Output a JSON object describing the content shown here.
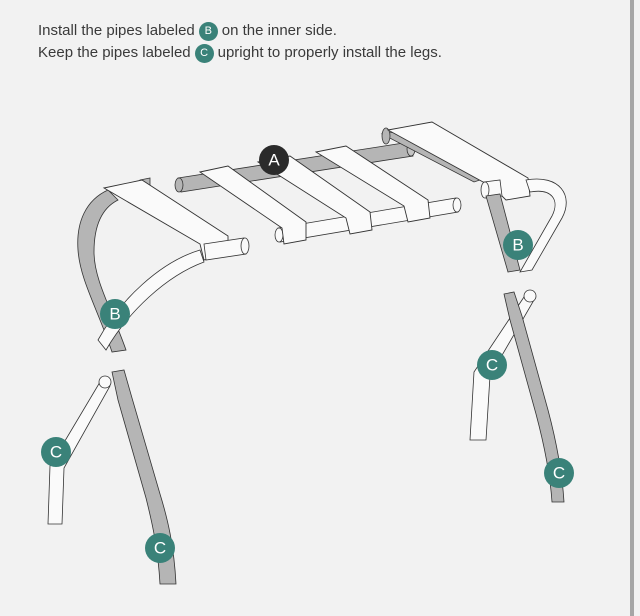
{
  "instructions": {
    "line1": {
      "before": "Install the pipes labeled",
      "badge": "B",
      "after": "on the inner side."
    },
    "line2": {
      "before": "Keep the pipes labeled",
      "badge": "C",
      "after": "upright to properly install the legs."
    }
  },
  "labels": {
    "a": "A",
    "b_left": "B",
    "b_right": "B",
    "c_left_inner": "C",
    "c_left_outer": "C",
    "c_right_inner": "C",
    "c_right_outer": "C"
  },
  "colors": {
    "background": "#f2f2f2",
    "teal_badge": "#3a8279",
    "dark_badge": "#2b2b2b",
    "pipe_gray": "#b5b5b5",
    "strap_white": "#fafafa",
    "outline": "#333333",
    "right_bar": "#a6a6a6"
  }
}
